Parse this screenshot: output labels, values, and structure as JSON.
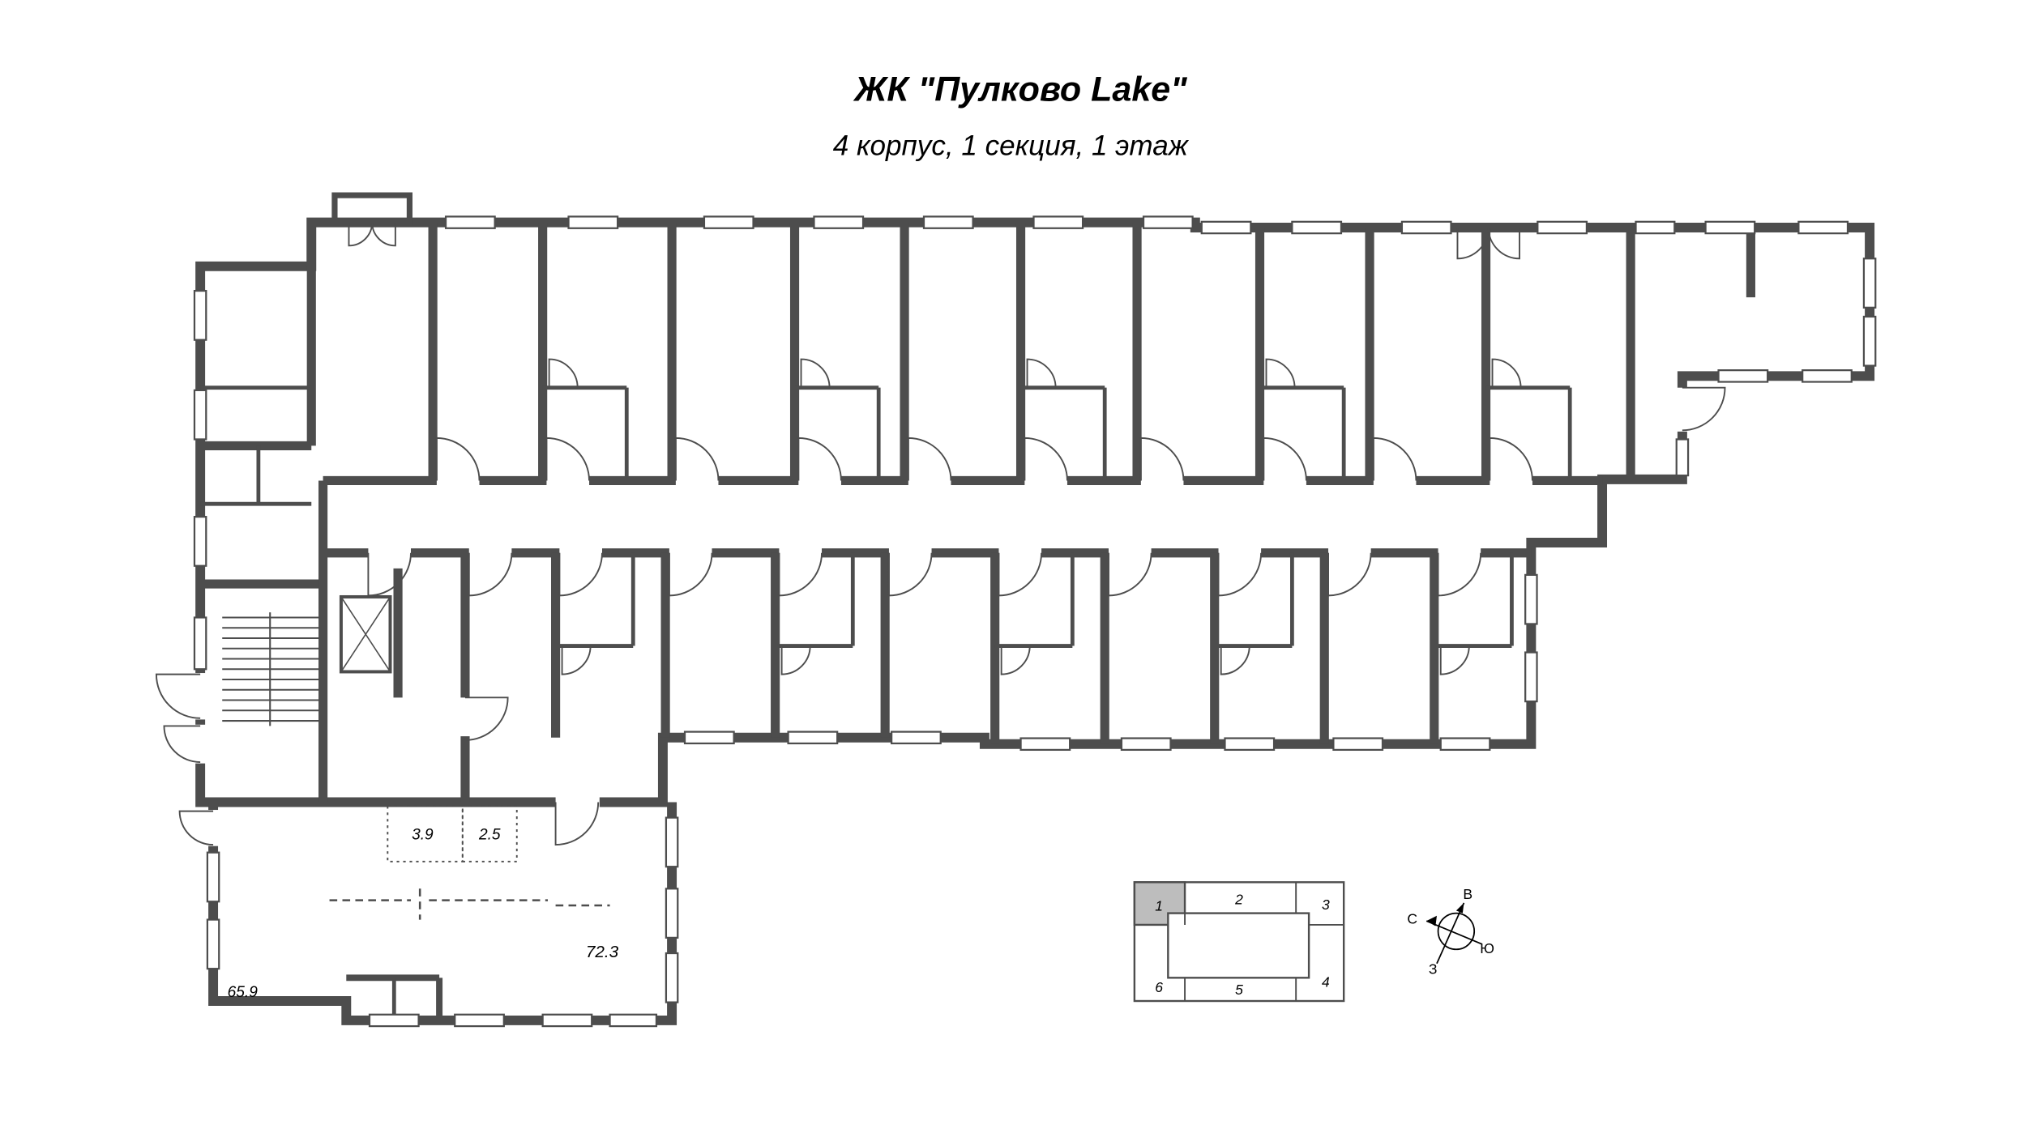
{
  "header": {
    "title": "ЖК \"Пулково Lake\"",
    "subtitle": "4 корпус, 1 секция, 1 этаж"
  },
  "plan": {
    "areas": [
      {
        "name": "room-area-3-9",
        "value": "3.9"
      },
      {
        "name": "room-area-2-5",
        "value": "2.5"
      },
      {
        "name": "commercial-area-72-3",
        "value": "72.3"
      },
      {
        "name": "commercial-area-65-9",
        "value": "65.9"
      }
    ]
  },
  "keyplan": {
    "highlighted": "1",
    "sections": [
      {
        "label": "1"
      },
      {
        "label": "2"
      },
      {
        "label": "3"
      },
      {
        "label": "6"
      },
      {
        "label": "5"
      },
      {
        "label": "4"
      }
    ]
  },
  "compass": {
    "north": "С",
    "east": "В",
    "south": "Ю",
    "west": "З"
  },
  "colors": {
    "wall": "#4d4d4d",
    "keyplan_highlight": "#bdbdbd"
  }
}
